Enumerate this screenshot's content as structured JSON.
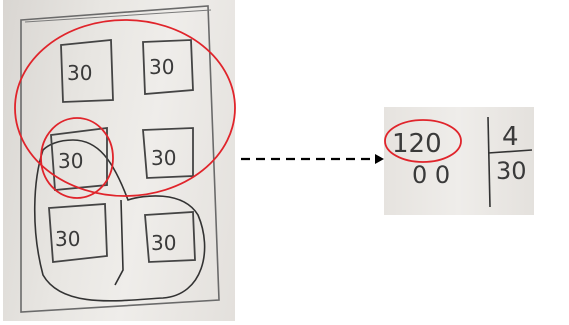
{
  "tiles": [
    {
      "label": "30"
    },
    {
      "label": "30"
    },
    {
      "label": "30"
    },
    {
      "label": "30"
    },
    {
      "label": "30"
    },
    {
      "label": "30"
    }
  ],
  "division": {
    "dividend": "120",
    "divisor": "4",
    "quotient": "30",
    "remainder_row": "0 0"
  },
  "colors": {
    "ink": "#3a3a3a",
    "highlight": "#e0242b",
    "arrow": "#000000"
  }
}
